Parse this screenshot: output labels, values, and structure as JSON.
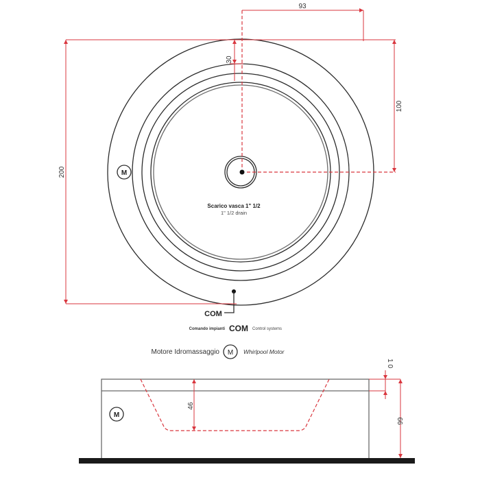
{
  "dimensions": {
    "width_offset": "93",
    "rim_width": "30",
    "center_offset": "100",
    "diameter": "200",
    "tub_depth": "46",
    "rim_height": "1 0",
    "total_height": "66"
  },
  "drain": {
    "label_it": "Scarico vasca 1\" 1/2",
    "label_en": "1\" 1/2  drain"
  },
  "com": {
    "marker": "COM",
    "legend_it": "Comando impianti",
    "legend_symbol": "COM",
    "legend_en": "Control systems"
  },
  "motor": {
    "symbol": "M",
    "legend_it": "Motore Idromassaggio",
    "legend_en": "Whirlpool Motor"
  },
  "colors": {
    "dimension": "#d9363e",
    "outline": "#2b2b2b"
  }
}
